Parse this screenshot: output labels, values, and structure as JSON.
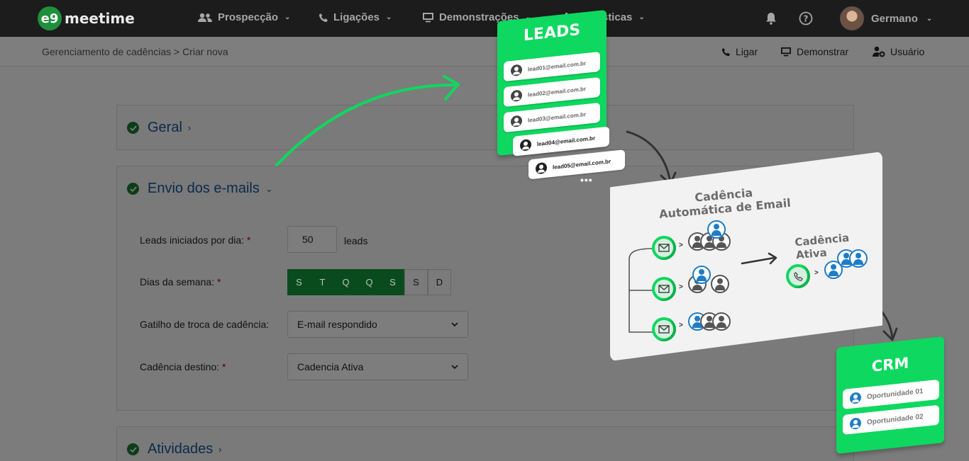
{
  "app": {
    "logo_mark": "e9",
    "logo_text": "meetime"
  },
  "nav": {
    "items": [
      {
        "label": "Prospecção",
        "icon": "users-icon"
      },
      {
        "label": "Ligações",
        "icon": "phone-icon"
      },
      {
        "label": "Demonstrações",
        "icon": "monitor-icon"
      },
      {
        "label": "Estatísticas",
        "icon": "bar-chart-icon"
      }
    ],
    "user_name": "Germano"
  },
  "subbar": {
    "breadcrumb": "Gerenciamento de cadências > Criar nova",
    "actions": {
      "call": "Ligar",
      "demo": "Demonstrar",
      "user": "Usuário"
    }
  },
  "panels": {
    "general": {
      "title": "Geral"
    },
    "emails": {
      "title": "Envio dos e-mails",
      "leads_per_day_label": "Leads iniciados por dia:",
      "leads_per_day_value": "50",
      "leads_unit": "leads",
      "weekdays_label": "Dias da semana:",
      "weekdays": [
        {
          "letter": "S",
          "on": true
        },
        {
          "letter": "T",
          "on": true
        },
        {
          "letter": "Q",
          "on": true
        },
        {
          "letter": "Q",
          "on": true
        },
        {
          "letter": "S",
          "on": true
        },
        {
          "letter": "S",
          "on": false
        },
        {
          "letter": "D",
          "on": false
        }
      ],
      "trigger_label": "Gatilho de troca de cadência:",
      "trigger_value": "E-mail respondido",
      "target_label": "Cadência destino:",
      "target_value": "Cadencia Ativa",
      "required_mark": "*"
    },
    "activities": {
      "title": "Atividades"
    }
  },
  "illustration": {
    "leads_title": "LEADS",
    "leads": [
      "lead01@email.com.br",
      "lead02@email.com.br",
      "lead03@email.com.br",
      "lead04@email.com.br",
      "lead05@email.com.br"
    ],
    "more": "•••",
    "cadence_title_line1": "Cadência",
    "cadence_title_line2": "Automática de Email",
    "active_title": "Cadência Ativa",
    "step_arrow": ">",
    "crm_title": "CRM",
    "opportunities": [
      "Oportunidade 01",
      "Oportunidade 02"
    ]
  },
  "colors": {
    "accent": "#0ed85f",
    "dark_green": "#0a4b1e",
    "link": "#0b2a4a"
  }
}
